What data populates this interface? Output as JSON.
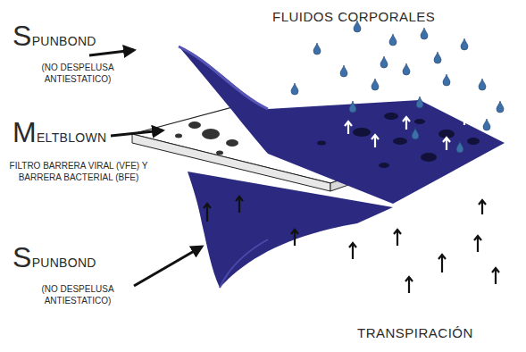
{
  "diagram": {
    "labels": [
      "FLUIDOS CORPORALES",
      "SPUNBOND",
      "(NO DESPELUSA ANTIESTATICO)",
      "MELTBLOWN",
      "FILTRO BARRERA VIRAL (VFE) Y BARRERA BACTERIAL (BFE)",
      "SPUNBOND",
      "(NO DESPELUSA ANTIESTATICO)",
      "TRANSPIRACIÓN"
    ]
  }
}
